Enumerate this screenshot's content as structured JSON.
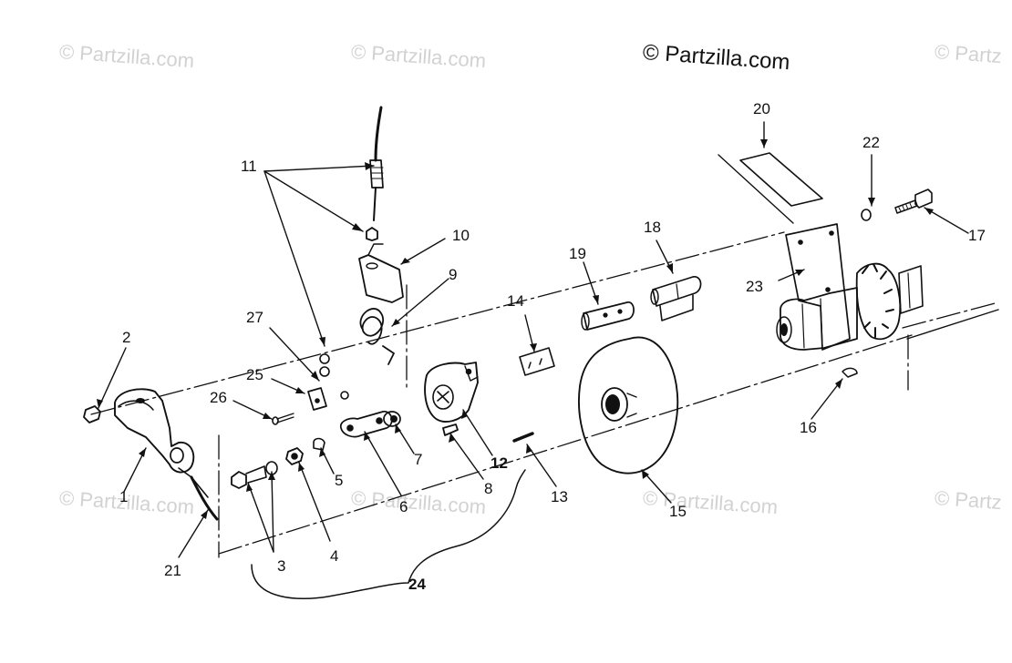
{
  "watermarks": {
    "main": "© Partzilla.com",
    "faint": "© Partzilla.com",
    "faint_right": "© Partz"
  },
  "callouts": [
    "1",
    "2",
    "3",
    "4",
    "5",
    "6",
    "7",
    "8",
    "9",
    "10",
    "11",
    "12",
    "13",
    "14",
    "15",
    "16",
    "17",
    "18",
    "19",
    "20",
    "21",
    "22",
    "23",
    "24",
    "25",
    "26",
    "27"
  ],
  "colors": {
    "ink": "#111111",
    "watermark": "#d2d2d2",
    "background": "#ffffff"
  }
}
